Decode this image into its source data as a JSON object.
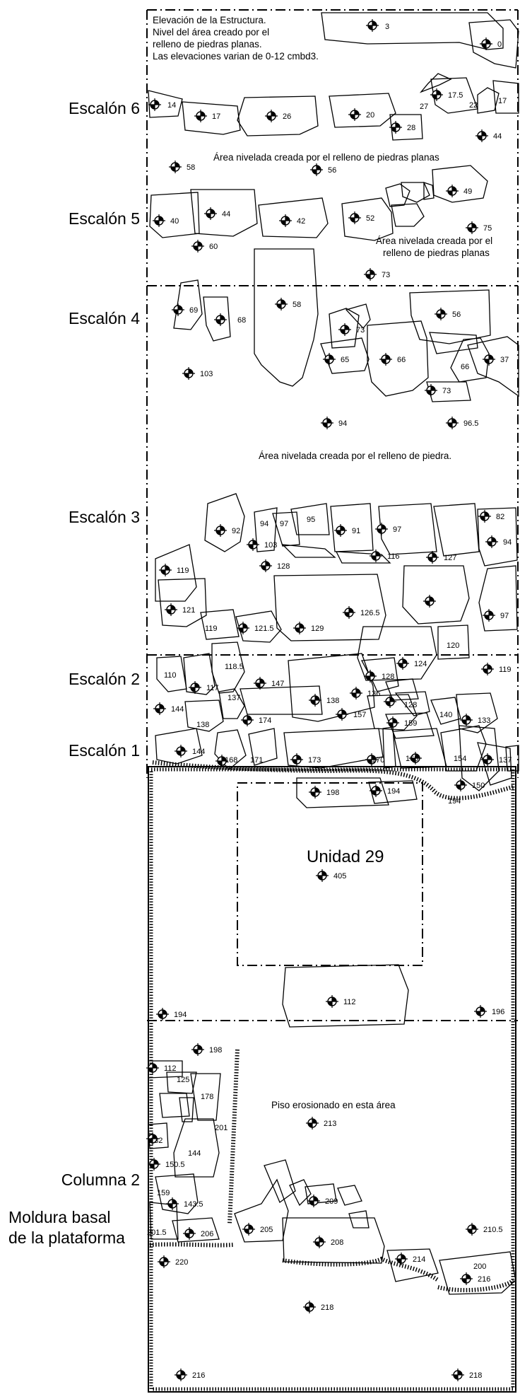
{
  "step_labels": {
    "step6": "Escalón 6",
    "step5": "Escalón 5",
    "step4": "Escalón 4",
    "step3": "Escalón 3",
    "step2": "Escalón 2",
    "step1": "Escalón 1",
    "column2": "Columna 2",
    "molding_line1": "Moldura basal",
    "molding_line2": "de la plataforma"
  },
  "notes": {
    "structure_line1": "Elevación de la Estructura.",
    "structure_line2": "Nivel del área creado por el",
    "structure_line3": "relleno de piedras planas.",
    "structure_line4": "Las elevaciones varian de 0-12 cmbd3.",
    "leveled_top": "Área nivelada creada por el relleno de piedras planas",
    "leveled_right_1": "Área nivelada creada por el",
    "leveled_right_2": "relleno de piedras planas",
    "leveled_fill": "Área nivelada creada por el relleno de piedra.",
    "eroded": "Piso erosionado en esta área",
    "unit": "Unidad 29"
  },
  "elevation_points": [
    "3",
    "0",
    "14",
    "17",
    "26",
    "20",
    "28",
    "27",
    "17.5",
    "22",
    "17",
    "44",
    "58",
    "56",
    "40",
    "44",
    "42",
    "52",
    "49",
    "60",
    "75",
    "73",
    "69",
    "68",
    "58",
    "73",
    "56",
    "65",
    "66",
    "66",
    "37",
    "103",
    "73",
    "94",
    "96.5",
    "92",
    "94",
    "97",
    "95",
    "91",
    "97",
    "82",
    "103",
    "116",
    "127",
    "94",
    "119",
    "128",
    "121",
    "119",
    "126.5",
    "121.5",
    "129",
    "97",
    "120",
    "124",
    "119",
    "110",
    "118.5",
    "117",
    "147",
    "128",
    "137",
    "138",
    "136",
    "144",
    "138",
    "174",
    "157",
    "128",
    "159",
    "140",
    "133",
    "144",
    "168",
    "171",
    "173",
    "170",
    "165",
    "154",
    "137",
    "150",
    "198",
    "194",
    "194",
    "405",
    "112",
    "194",
    "196",
    "198",
    "125",
    "112",
    "178",
    "132",
    "201",
    "144",
    "213",
    "150.5",
    "159",
    "143.5",
    "209",
    "201.5",
    "206",
    "205",
    "208",
    "210.5",
    "220",
    "214",
    "200",
    "216",
    "218",
    "216",
    "218"
  ],
  "colors": {
    "ink": "#000000",
    "paper": "#ffffff"
  }
}
